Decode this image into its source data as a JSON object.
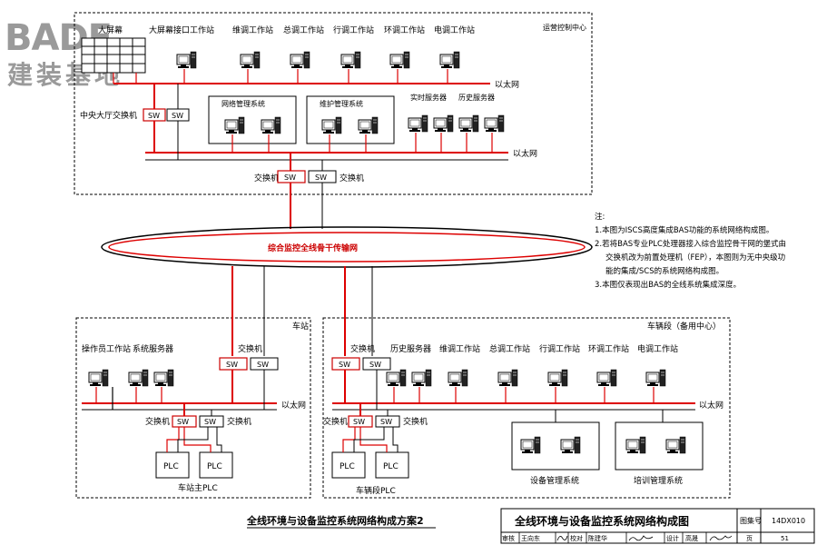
{
  "logo": {
    "main": "BADE",
    "sub": "建装基地"
  },
  "occ": {
    "title": "运营控制中心",
    "video_wall": "大屏幕",
    "workstations": [
      "大屏幕接口工作站",
      "维调工作站",
      "总调工作站",
      "行调工作站",
      "环调工作站",
      "电调工作站"
    ],
    "ethernet_top": "以太网",
    "ethernet_mid": "以太网",
    "central_switch": "中央大厅交换机",
    "network_mgmt": "网络管理系统",
    "maint_mgmt": "维护管理系统",
    "servers": [
      "实时服务器",
      "历史服务器"
    ],
    "switch_label_left": "交换机",
    "switch_label_right": "交换机"
  },
  "sw_label": "SW",
  "backbone": "综合监控全线骨干传输网",
  "notes": {
    "head": "注:",
    "items": [
      "1.本图为ISCS高度集成BAS功能的系统网络构成图。",
      "2.若将BAS专业PLC处理器接入综合监控骨干网的堡式由",
      "交换机改为前置处理机（FEP），本图则为无中央级功",
      "能的集成/SCS的系统网络构成图。",
      "3.本图仅表现出BAS的全线系统集成深度。"
    ]
  },
  "station": {
    "title": "车站",
    "labels": [
      "操作员工作站",
      "系统服务器"
    ],
    "switch": "交换机",
    "ethernet": "以太网",
    "lower_switch_left": "交换机",
    "lower_switch_right": "交换机",
    "plc": "PLC",
    "plc_caption": "车站主PLC"
  },
  "depot": {
    "title": "车辆段（备用中心）",
    "switch": "交换机",
    "labels": [
      "历史服务器",
      "维调工作站",
      "总调工作站",
      "行调工作站",
      "环调工作站",
      "电调工作站"
    ],
    "ethernet": "以太网",
    "lower_switch_left": "交换机",
    "lower_switch_right": "交换机",
    "plc": "PLC",
    "plc_caption": "车辆段PLC",
    "equip_mgmt": "设备管理系统",
    "train_mgmt": "培训管理系统"
  },
  "caption": "全线环境与设备监控系统网络构成方案2",
  "titleblock": {
    "title": "全线环境与设备监控系统网络构成图",
    "atlas_label": "图集号",
    "atlas_no": "14DX010",
    "review": "审核",
    "reviewer": "王向东",
    "check": "校对",
    "checker": "陈建华",
    "design": "设计",
    "designer": "高晟",
    "page_label": "页",
    "page_no": "51"
  }
}
